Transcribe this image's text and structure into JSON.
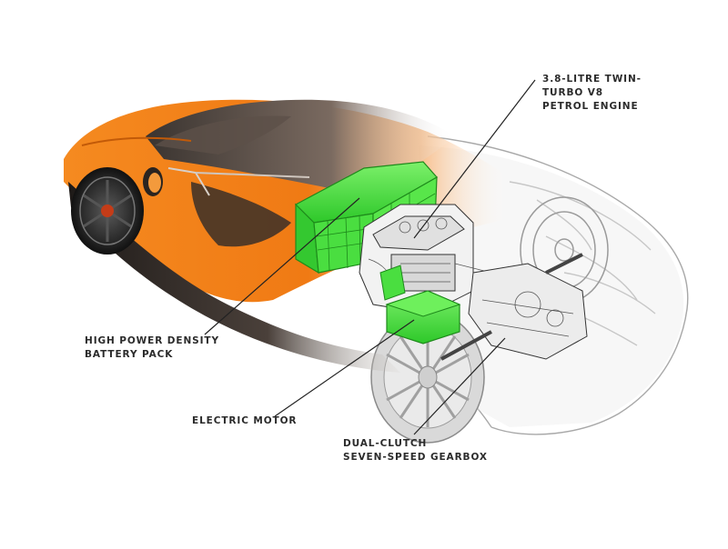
{
  "callouts": {
    "engine": {
      "lines": [
        "3.8-LITRE TWIN-",
        "TURBO V8",
        "PETROL ENGINE"
      ]
    },
    "battery": {
      "lines": [
        "HIGH POWER DENSITY",
        "BATTERY PACK"
      ]
    },
    "motor": {
      "lines": [
        "ELECTRIC MOTOR"
      ]
    },
    "gearbox": {
      "lines": [
        "DUAL-CLUTCH",
        "SEVEN-SPEED GEARBOX"
      ]
    }
  },
  "colors": {
    "body": "#f07a14",
    "body_dark": "#b94a05",
    "carbon": "#2a2420",
    "electric_components": "#3fe03a",
    "ghost_outline": "#9a9a9a",
    "leader_line": "#222222"
  }
}
